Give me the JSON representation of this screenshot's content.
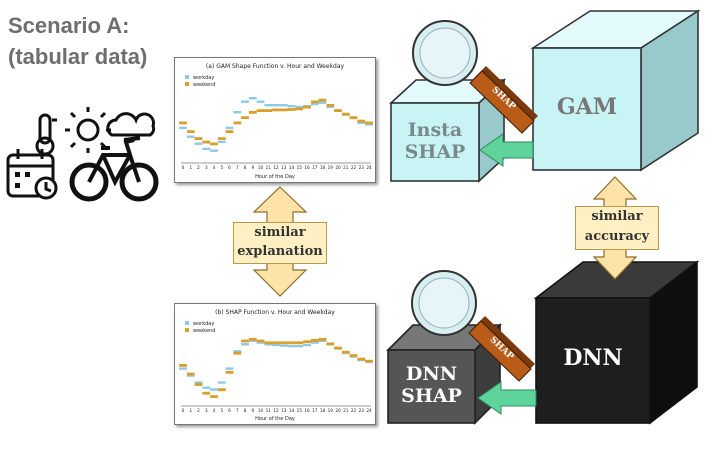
{
  "scenario": {
    "title_line1": "Scenario A:",
    "title_line2": "(tabular data)"
  },
  "charts": {
    "gam": {
      "title": "(a) GAM Shape Function v. Hour and Weekday",
      "xlabel": "Hour of the Day"
    },
    "shap": {
      "title": "(b) SHAP Function v. Hour and Weekday",
      "xlabel": "Hour of the Day"
    }
  },
  "legend": {
    "workday": "workday",
    "weekend": "weekend"
  },
  "labels": {
    "similar_explanation": [
      "similar",
      "explanation"
    ],
    "similar_accuracy": [
      "similar",
      "accuracy"
    ],
    "insta_shap": [
      "Insta",
      "SHAP"
    ],
    "gam": "GAM",
    "dnn": "DNN",
    "dnn_shap": [
      "DNN",
      "SHAP"
    ],
    "shap_tag": "SHAP"
  },
  "colors": {
    "workday": "#8ec9ea",
    "weekend": "#d8a02a",
    "cyan_cube": "#c8f4f6",
    "dark_cube": "#1e1e1e",
    "grey_cube": "#555555",
    "tag": "#b85c18",
    "arrow_green": "#5fd49a",
    "label_bg": "#fff0c4"
  },
  "icons": [
    "thermometer-icon",
    "sun-icon",
    "cloud-icon",
    "calendar-clock-icon",
    "bicycle-icon",
    "magnifier-icon"
  ],
  "chart_data": [
    {
      "type": "scatter",
      "title": "(a) GAM Shape Function v. Hour and Weekday",
      "xlabel": "Hour of the Day",
      "ylabel": "",
      "categories": [
        "0",
        "1",
        "2",
        "3",
        "4",
        "5",
        "6",
        "7",
        "8",
        "9",
        "10",
        "11",
        "12",
        "13",
        "14",
        "15",
        "16",
        "17",
        "18",
        "19",
        "20",
        "21",
        "22",
        "23",
        "24"
      ],
      "series": [
        {
          "name": "workday",
          "values": [
            -0.2,
            -0.45,
            -0.65,
            -0.8,
            -0.85,
            -0.6,
            -0.2,
            0.25,
            0.55,
            0.65,
            0.55,
            0.45,
            0.45,
            0.45,
            0.42,
            0.4,
            0.42,
            0.48,
            0.52,
            0.4,
            0.3,
            0.18,
            0.08,
            -0.05,
            -0.1
          ]
        },
        {
          "name": "weekend",
          "values": [
            -0.05,
            -0.3,
            -0.5,
            -0.6,
            -0.65,
            -0.5,
            -0.3,
            -0.05,
            0.1,
            0.25,
            0.3,
            0.3,
            0.32,
            0.32,
            0.33,
            0.35,
            0.4,
            0.55,
            0.6,
            0.45,
            0.3,
            0.2,
            0.1,
            0.0,
            -0.05
          ]
        }
      ]
    },
    {
      "type": "scatter",
      "title": "(b) SHAP Function v. Hour and Weekday",
      "xlabel": "Hour of the Day",
      "ylabel": "",
      "categories": [
        "0",
        "1",
        "2",
        "3",
        "4",
        "5",
        "6",
        "7",
        "8",
        "9",
        "10",
        "11",
        "12",
        "13",
        "14",
        "15",
        "16",
        "17",
        "18",
        "19",
        "20",
        "21",
        "22",
        "23",
        "24"
      ],
      "series": [
        {
          "name": "workday",
          "values": [
            -0.3,
            -0.5,
            -0.7,
            -0.85,
            -0.9,
            -0.7,
            -0.3,
            0.2,
            0.4,
            0.5,
            0.45,
            0.4,
            0.38,
            0.36,
            0.35,
            0.35,
            0.38,
            0.45,
            0.5,
            0.4,
            0.28,
            0.15,
            0.05,
            -0.05,
            -0.1
          ]
        },
        {
          "name": "weekend",
          "values": [
            -0.2,
            -0.45,
            -0.75,
            -1.0,
            -1.1,
            -0.9,
            -0.4,
            0.15,
            0.5,
            0.55,
            0.5,
            0.45,
            0.45,
            0.45,
            0.45,
            0.45,
            0.48,
            0.52,
            0.55,
            0.42,
            0.3,
            0.18,
            0.08,
            -0.02,
            -0.08
          ]
        }
      ]
    }
  ]
}
